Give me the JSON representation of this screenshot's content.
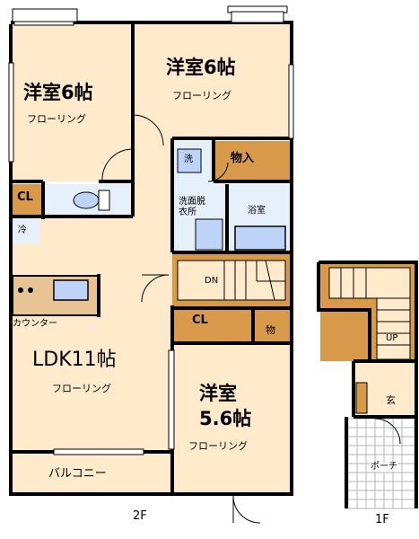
{
  "floor2": {
    "label": "2F",
    "room_nw": {
      "name": "洋室6帖",
      "floor": "フローリング"
    },
    "room_ne": {
      "name": "洋室6帖",
      "floor": "フローリング"
    },
    "closet_nw": "CL",
    "storage": "物入",
    "washbasin_mark": "洗",
    "washroom": "洗面脱\n衣所",
    "bathroom": "浴室",
    "fridge": "冷",
    "counter": "カウンター",
    "ldk": {
      "name": "LDK11帖",
      "floor": "フローリング"
    },
    "stairs_dn": "DN",
    "closet_mid": "CL",
    "small_storage": "物",
    "room_se": {
      "name_line1": "洋室",
      "name_line2": "5.6帖",
      "floor": "フローリング"
    },
    "balcony": "バルコニー"
  },
  "floor1": {
    "label": "1F",
    "stairs_up": "UP",
    "entrance": "玄",
    "porch": "ポーチ"
  },
  "colors": {
    "wall": "#000000",
    "room": "#ffeacc",
    "wet": "#e6f0fa",
    "storage": "#d89a4a",
    "fixture": "#bdd3f7",
    "counter": "#e8c495",
    "porch_grid": "#b6b6b6"
  }
}
